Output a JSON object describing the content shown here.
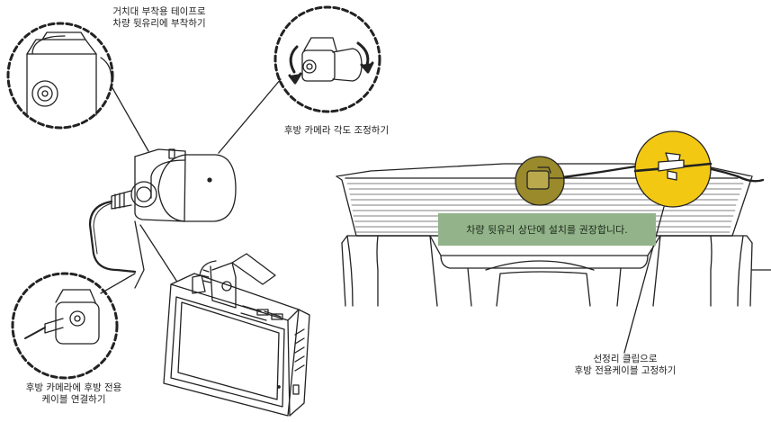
{
  "labels": {
    "mount_line1": "거치대 부착용 테이프로",
    "mount_line2": "차량 뒷유리에 부착하기",
    "angle": "후방 카메라 각도 조정하기",
    "connect_line1": "후방 카메라에 후방 전용",
    "connect_line2": "케이블 연결하기",
    "recommend": "차량 뒷유리 상단에 설치를 권장합니다.",
    "clip_line1": "선정리 클립으로",
    "clip_line2": "후방 전용케이블 고정하기"
  },
  "colors": {
    "highlight_olive": "#9a8a2c",
    "highlight_yellow": "#f2c813",
    "banner_green": "#93b48a",
    "line": "#222222"
  },
  "icons": [
    "rotate-arrows-icon"
  ]
}
